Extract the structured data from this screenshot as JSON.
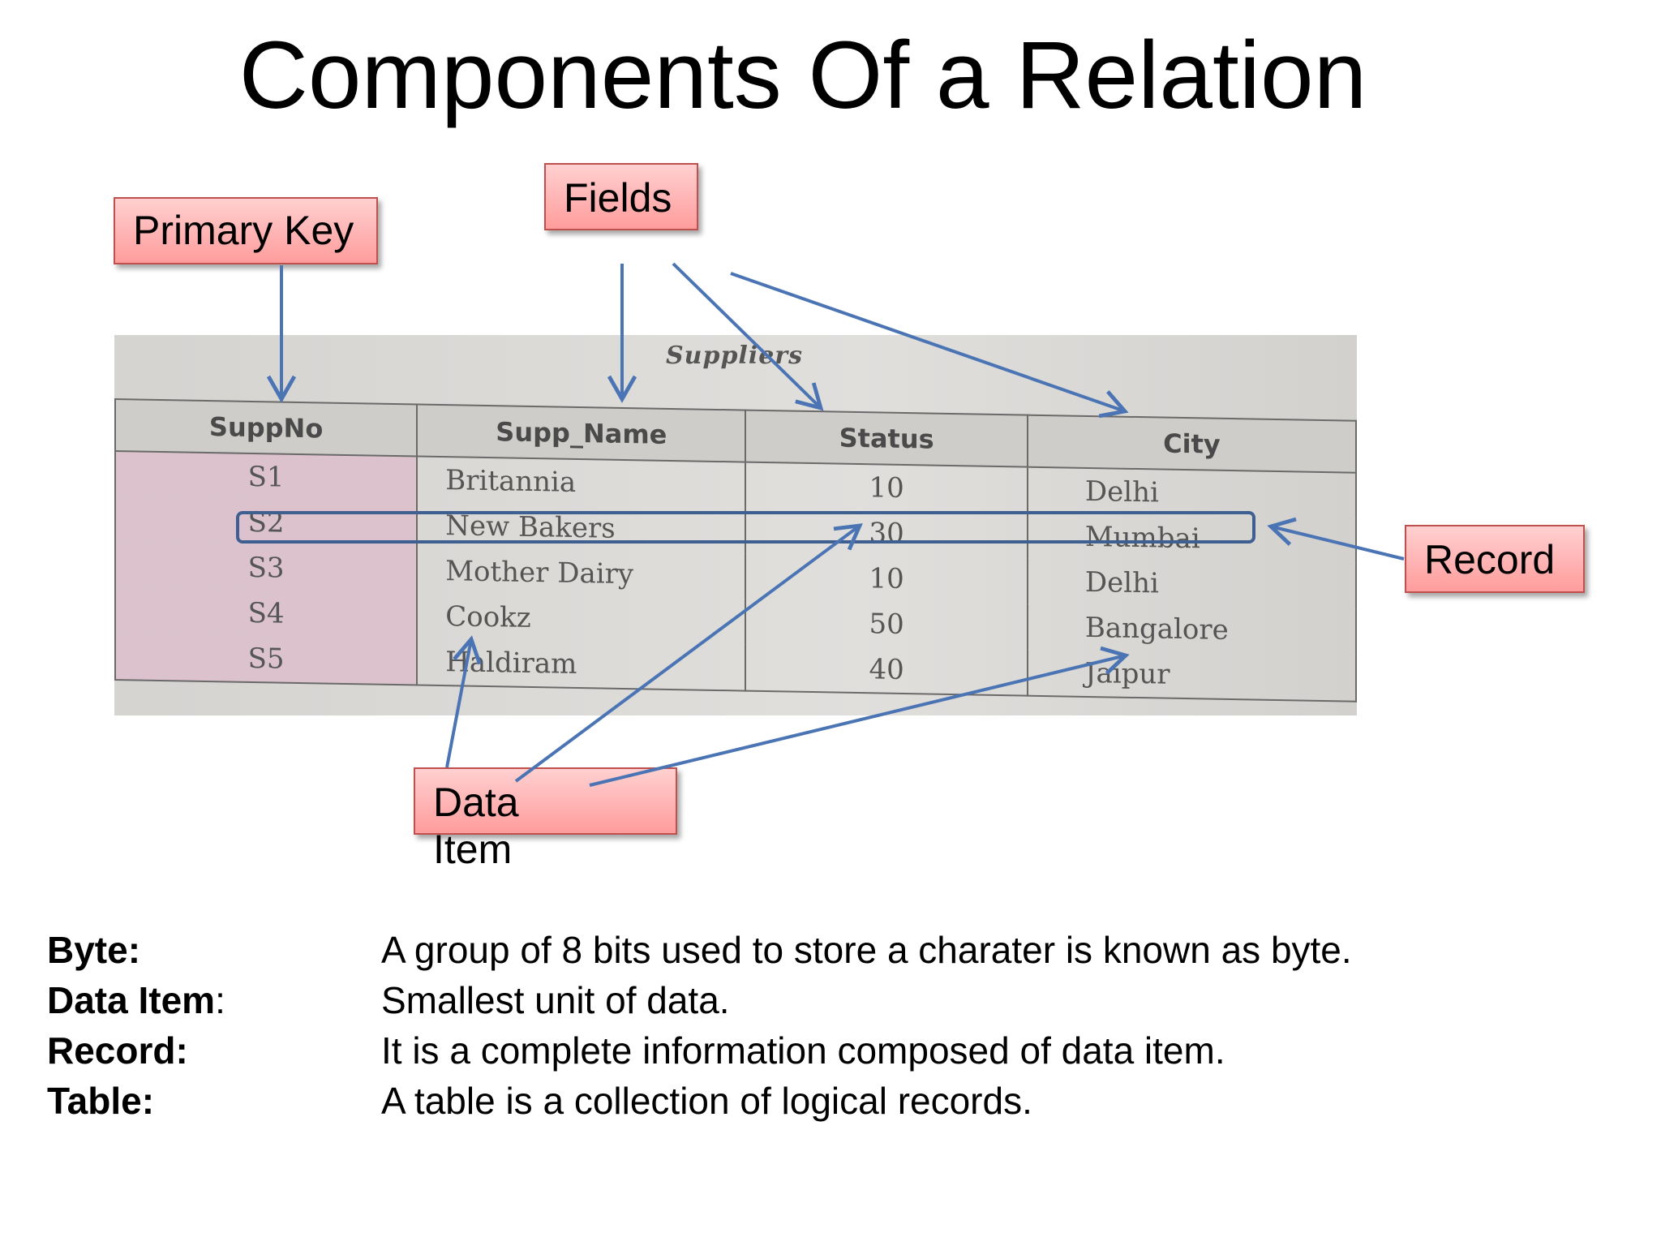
{
  "title": "Components Of a Relation",
  "callouts": {
    "primary_key": "Primary Key",
    "fields": "Fields",
    "record": "Record",
    "data_item_line1": "Data",
    "data_item_line2": "Item"
  },
  "table": {
    "caption": "Suppliers",
    "headers": [
      "SuppNo",
      "Supp_Name",
      "Status",
      "City"
    ],
    "rows": [
      [
        "S1",
        "Britannia",
        "10",
        "Delhi"
      ],
      [
        "S2",
        "New Bakers",
        "30",
        "Mumbai"
      ],
      [
        "S3",
        "Mother Dairy",
        "10",
        "Delhi"
      ],
      [
        "S4",
        "Cookz",
        "50",
        "Bangalore"
      ],
      [
        "S5",
        "Haldiram",
        "40",
        "Jaipur"
      ]
    ]
  },
  "definitions": [
    {
      "term": "Byte:",
      "desc": "A group of 8 bits used to store a charater is known as byte."
    },
    {
      "term": "Data Item",
      "colon": ":",
      "desc": "Smallest unit of data."
    },
    {
      "term": "Record:",
      "desc": "It is a complete information composed of data item."
    },
    {
      "term": "Table:",
      "desc": "A table is a collection of logical records."
    }
  ],
  "colors": {
    "arrow": "#4a74b3",
    "callout_fill": "#ff9c9c",
    "callout_border": "#c0504d",
    "record_box": "#3f5f90"
  }
}
